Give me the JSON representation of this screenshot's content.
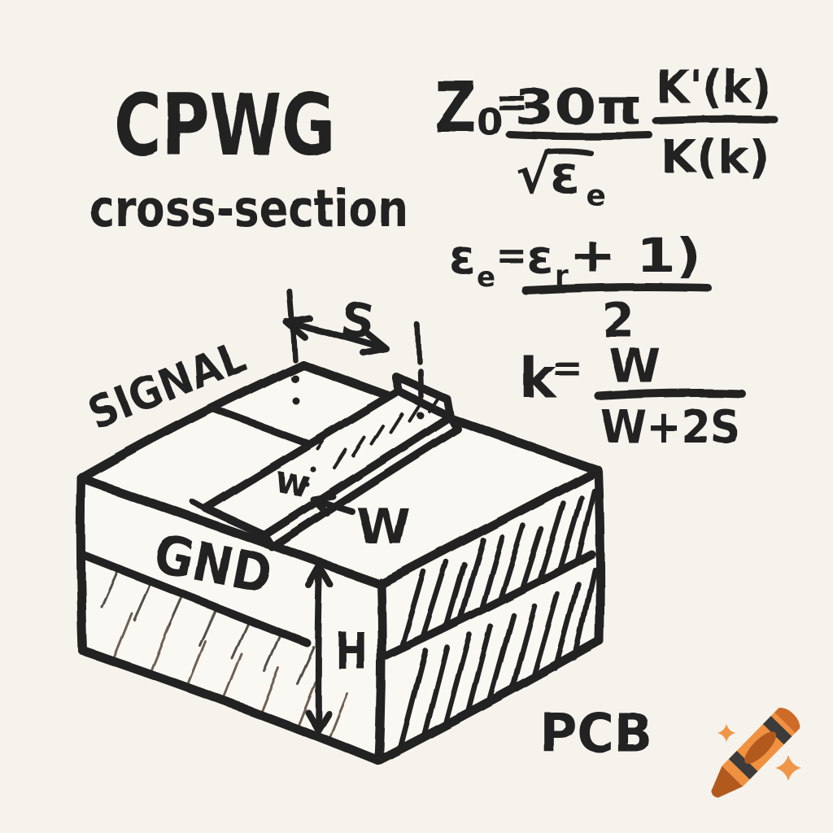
{
  "title": {
    "main": "CPWG",
    "subtitle": "cross-section"
  },
  "formulas": {
    "z0": {
      "sym": "Z",
      "sym_sub": "0",
      "eq": "=",
      "num": "30π",
      "den_root": "√ε",
      "den_sub": "e",
      "ratio_num": "K'(k)",
      "ratio_den": "K(k)"
    },
    "eps_eff": {
      "sym": "ε",
      "sym_sub": "e",
      "eq": "=",
      "num_sym": "ε",
      "num_sub": "r",
      "num_tail": "+ 1)",
      "den": "2"
    },
    "k_factor": {
      "sym": "k",
      "eq": "=",
      "num": "W",
      "den": "W+2S"
    }
  },
  "diagram": {
    "labels": {
      "signal": "SIGNAL",
      "ground": "GND",
      "board": "PCB"
    },
    "dims": {
      "gap": "S",
      "trace_small": "w",
      "trace": "W",
      "height": "H"
    }
  },
  "colors": {
    "ink": "#242424",
    "paper": "#f5f3ec",
    "face": "#faf8f2",
    "crayon_body": "#ef9140",
    "crayon_dark": "#b25a1e",
    "crayon_cap": "#cf6b28",
    "crayon_stripe": "#3b3b3b",
    "sparkle": "#f0964a"
  }
}
